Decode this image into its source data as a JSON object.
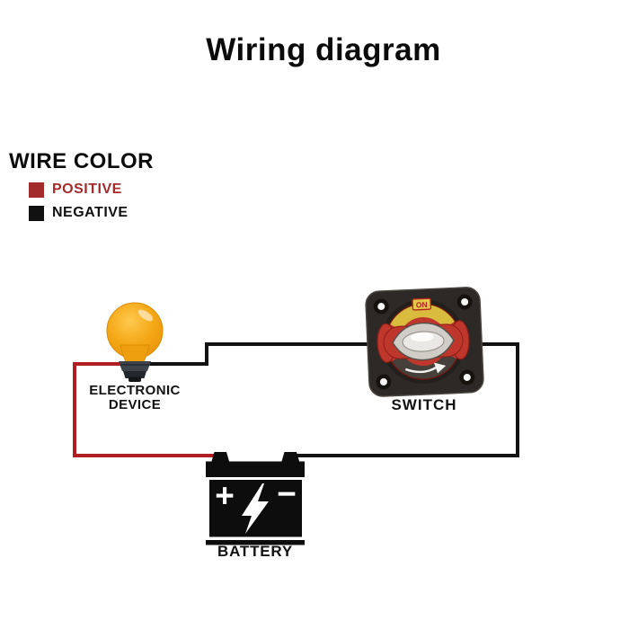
{
  "title": "Wiring diagram",
  "legend": {
    "heading": "WIRE COLOR",
    "items": [
      {
        "label": "POSITIVE",
        "color": "#A32B2B"
      },
      {
        "label": "NEGATIVE",
        "color": "#111111"
      }
    ]
  },
  "wires": {
    "positive_color": "#B01E23",
    "negative_color": "#121212"
  },
  "components": {
    "device": {
      "label_line1": "ELECTRONIC",
      "label_line2": "DEVICE"
    },
    "switch": {
      "label": "SWITCH",
      "knob_text": "ON"
    },
    "battery": {
      "label": "BATTERY",
      "positive_symbol": "+",
      "negative_symbol": "−"
    }
  },
  "colors": {
    "bulb_amber": "#F2A413",
    "bulb_base_gray": "#3C434B",
    "switch_red": "#BF372C",
    "switch_yellow": "#D9BC3E",
    "switch_plate": "#2D2926",
    "battery_black": "#0D0D0D"
  }
}
